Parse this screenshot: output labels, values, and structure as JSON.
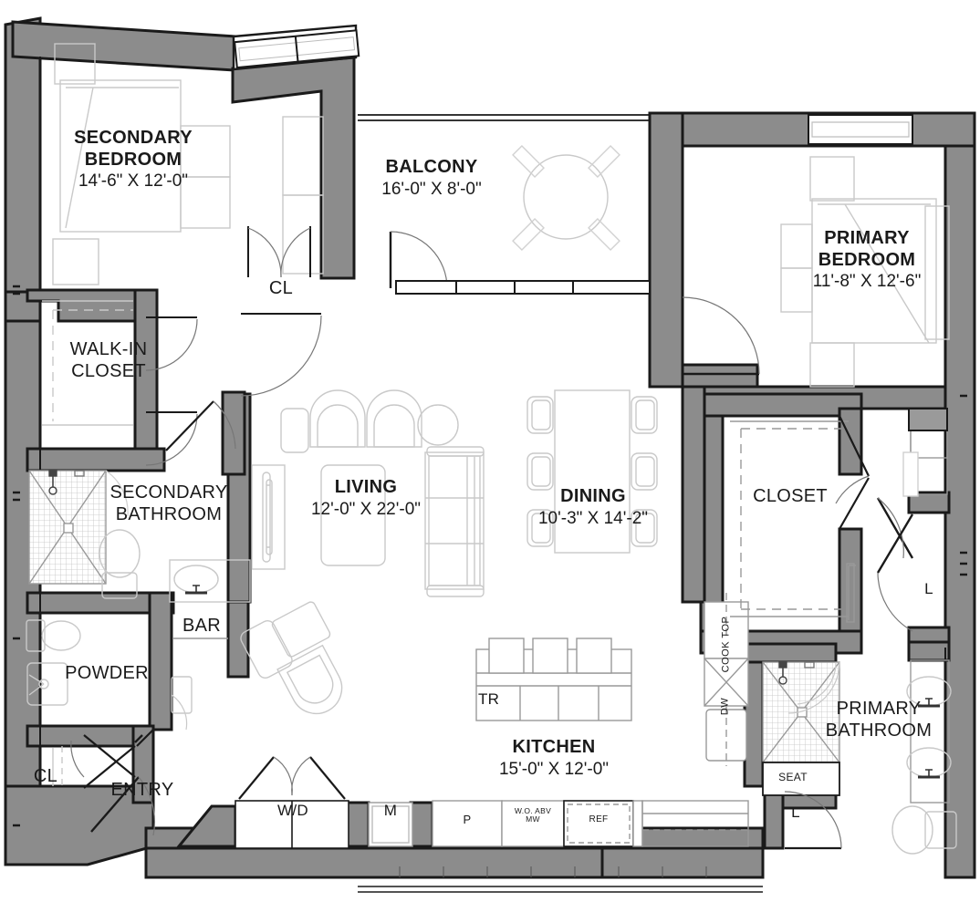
{
  "plan": {
    "title": "Residence Floor Plan",
    "wall_fill": "#8c8c8c",
    "wall_stroke": "#1a1a1a",
    "furniture_stroke": "#c9c9c9",
    "text_color": "#1a1a1a",
    "background": "#ffffff"
  },
  "rooms": [
    {
      "id": "secondary-bedroom",
      "name": "SECONDARY\nBEDROOM",
      "name_line1": "SECONDARY",
      "name_line2": "BEDROOM",
      "dimensions": "14'-6\" X 12'-0\""
    },
    {
      "id": "balcony",
      "name": "BALCONY",
      "dimensions": "16'-0\" X 8'-0\""
    },
    {
      "id": "primary-bedroom",
      "name_line1": "PRIMARY",
      "name_line2": "BEDROOM",
      "dimensions": "11'-8\" X 12'-6\""
    },
    {
      "id": "living",
      "name": "LIVING",
      "dimensions": "12'-0\" X 22'-0\""
    },
    {
      "id": "dining",
      "name": "DINING",
      "dimensions": "10'-3\" X 14'-2\""
    },
    {
      "id": "kitchen",
      "name": "KITCHEN",
      "dimensions": "15'-0\" X 12'-0\""
    },
    {
      "id": "walk-in-closet",
      "name_line1": "WALK-IN",
      "name_line2": "CLOSET",
      "dimensions": ""
    },
    {
      "id": "secondary-bathroom",
      "name_line1": "SECONDARY",
      "name_line2": "BATHROOM",
      "dimensions": ""
    },
    {
      "id": "primary-bathroom",
      "name_line1": "PRIMARY",
      "name_line2": "BATHROOM",
      "dimensions": ""
    },
    {
      "id": "closet",
      "name": "CLOSET",
      "dimensions": ""
    },
    {
      "id": "powder",
      "name": "POWDER",
      "dimensions": ""
    },
    {
      "id": "bar",
      "name": "BAR",
      "dimensions": ""
    },
    {
      "id": "entry",
      "name": "ENTRY",
      "dimensions": ""
    }
  ],
  "labels": {
    "secondary_bedroom_l1": "SECONDARY",
    "secondary_bedroom_l2": "BEDROOM",
    "secondary_bedroom_dim": "14'-6\" X 12'-0\"",
    "balcony_name": "BALCONY",
    "balcony_dim": "16'-0\" X 8'-0\"",
    "primary_bedroom_l1": "PRIMARY",
    "primary_bedroom_l2": "BEDROOM",
    "primary_bedroom_dim": "11'-8\" X 12'-6\"",
    "living_name": "LIVING",
    "living_dim": "12'-0\" X 22'-0\"",
    "dining_name": "DINING",
    "dining_dim": "10'-3\" X 14'-2\"",
    "kitchen_name": "KITCHEN",
    "kitchen_dim": "15'-0\" X 12'-0\"",
    "walkin_l1": "WALK-IN",
    "walkin_l2": "CLOSET",
    "secondary_bath_l1": "SECONDARY",
    "secondary_bath_l2": "BATHROOM",
    "primary_bath_l1": "PRIMARY",
    "primary_bath_l2": "BATHROOM",
    "closet_name": "CLOSET",
    "powder_name": "POWDER",
    "bar_name": "BAR",
    "entry_name": "ENTRY",
    "cl_bedroom": "CL",
    "cl_entry": "CL"
  },
  "appliances": [
    {
      "id": "washer-dryer",
      "label": "W/D"
    },
    {
      "id": "microwave",
      "label": "M"
    },
    {
      "id": "pantry",
      "label": "P"
    },
    {
      "id": "wall-oven-above-microwave",
      "label_line1": "W.O. ABV",
      "label_line2": "MW"
    },
    {
      "id": "refrigerator",
      "label": "REF"
    },
    {
      "id": "trash",
      "label": "TR"
    },
    {
      "id": "cooktop",
      "label": "COOK TOP"
    },
    {
      "id": "dishwasher",
      "label": "DW"
    },
    {
      "id": "shower-seat",
      "label": "SEAT"
    },
    {
      "id": "linen-primary",
      "label": "L"
    },
    {
      "id": "linen-primary-2",
      "label": "L"
    }
  ]
}
